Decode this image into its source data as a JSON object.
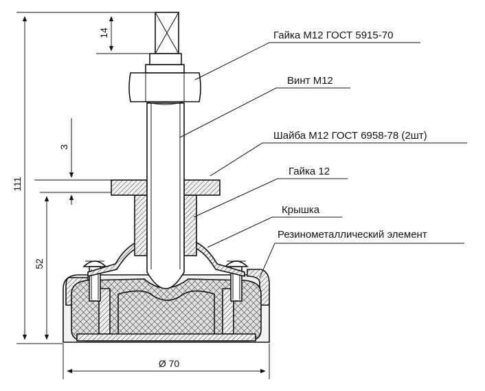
{
  "labels": {
    "nut_m12": "Гайка M12 ГОСТ 5915-70",
    "screw_m12": "Винт M12",
    "washer": "Шайба M12 ГОСТ 6958-78 (2шт)",
    "nut_12": "Гайка 12",
    "cover": "Крышка",
    "element": "Резинометаллический элемент"
  },
  "dimensions": {
    "total_height": "111",
    "height_52": "52",
    "thickness_3": "3",
    "thread_14": "14",
    "diameter": "Ø 70"
  },
  "colors": {
    "line": "#111111",
    "rubber_fill": "#e0e0e0",
    "metal_fill": "#f4f4f4"
  }
}
